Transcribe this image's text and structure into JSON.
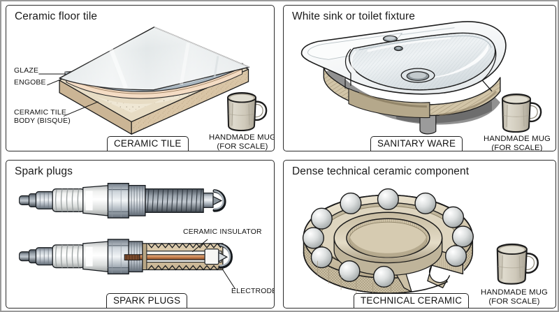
{
  "figure": {
    "frame_color": "#9a9a9a",
    "panel_border_color": "#2b2b2b",
    "background": "#ffffff"
  },
  "panels": [
    {
      "id": "ceramic-tile",
      "title": "Ceramic floor tile",
      "caption": "CERAMIC TILE",
      "scale_object": {
        "line1": "HANDMADE MUG",
        "line2": "(FOR SCALE)"
      },
      "callouts": [
        {
          "id": "glaze",
          "text": "GLAZE"
        },
        {
          "id": "engobe",
          "text": "ENGOBE"
        },
        {
          "id": "bisque",
          "line1": "CERAMIC TILE",
          "line2": "BODY (BISQUE)"
        }
      ],
      "layers": {
        "glaze_color": "#b9c4cc",
        "engobe_color": "#f2d9c2",
        "body_color": "#d8c3a3",
        "top_surface_color": "#e9edee"
      }
    },
    {
      "id": "sanitary-ware",
      "title": "White sink or toilet fixture",
      "caption": "SANITARY WARE",
      "scale_object": {
        "line1": "HANDMADE MUG",
        "line2": "(FOR SCALE)"
      },
      "callouts": [],
      "layers": {
        "glaze_color": "#ffffff",
        "body_color": "#cbbfa4",
        "shadow_color": "#6f6f6f"
      }
    },
    {
      "id": "spark-plugs",
      "title": "Spark plugs",
      "caption": "SPARK PLUGS",
      "scale_object": null,
      "callouts": [
        {
          "id": "ceramic-insulator",
          "text": "CERAMIC INSULATOR"
        },
        {
          "id": "electrode",
          "text": "ELECTRODE"
        }
      ],
      "layers": {
        "insulator_color": "#f2f2ee",
        "metal_color": "#9aa3ab",
        "ceramic_cut_color": "#d8c6a8",
        "electrode_color": "#b5764e"
      }
    },
    {
      "id": "technical-ceramic",
      "title": "Dense technical ceramic component",
      "caption": "TECHNICAL CERAMIC",
      "scale_object": {
        "line1": "HANDMADE MUG",
        "line2": "(FOR SCALE)"
      },
      "callouts": [],
      "layers": {
        "race_color": "#ded3bb",
        "ball_color": "#d9dcdc",
        "hatch_color": "#8d8known"
      }
    }
  ],
  "mug": {
    "body_color": "#cdc8bb",
    "rim_color": "#b9b2a3",
    "outline_color": "#1d1d1d"
  }
}
